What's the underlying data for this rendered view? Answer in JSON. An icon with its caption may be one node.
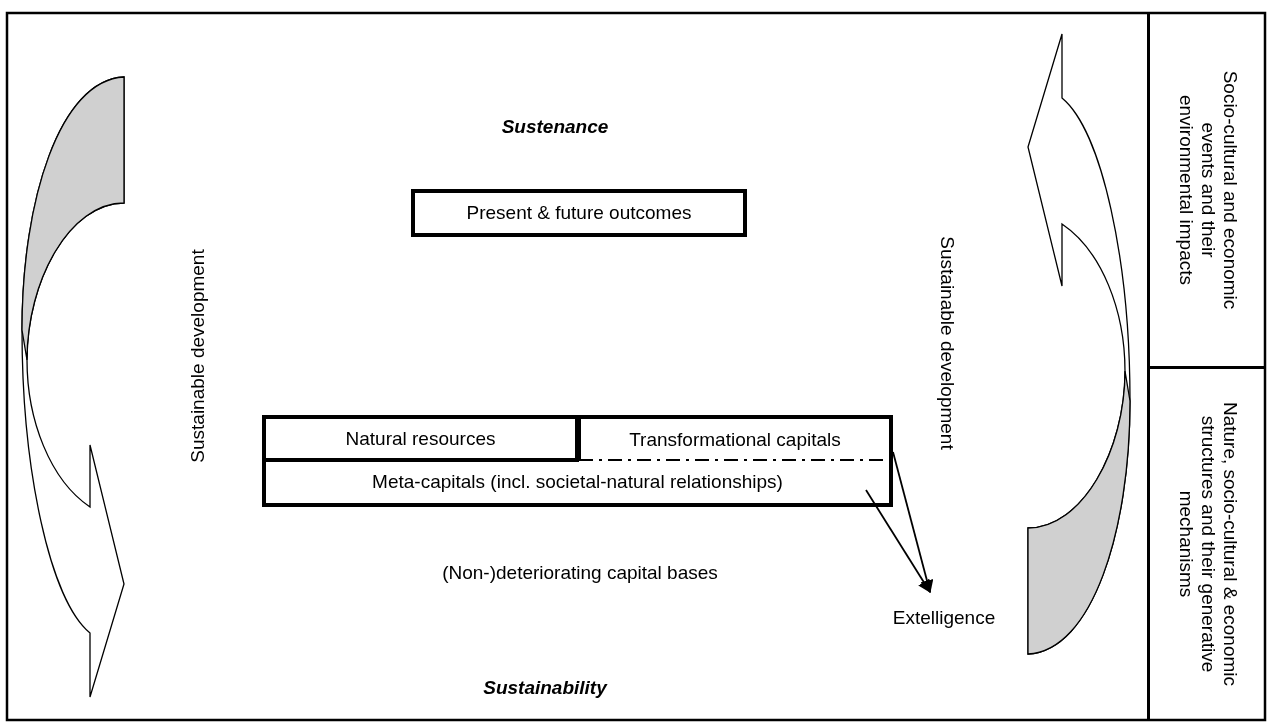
{
  "diagram": {
    "nodes": [
      {
        "text": [
          "Present & future outcomes"
        ]
      },
      {
        "text": [
          "Natural resources"
        ]
      },
      {
        "text": [
          "Transformational capitals"
        ]
      },
      {
        "text": [
          "Meta-capitals (incl. societal-natural relationships)"
        ]
      },
      {
        "text": [
          "Extelligence"
        ]
      },
      {
        "text": [
          "Socio-cultural and economic events and their environmental impacts"
        ]
      },
      {
        "text": [
          "Nature, socio-cultural & economic structures and their generative mechanisms"
        ]
      }
    ],
    "edges": [
      {
        "from": 2,
        "to": 4,
        "arrow": "to"
      },
      {
        "from": 3,
        "to": 4,
        "arrow": "to"
      }
    ],
    "labels": [
      "Sustenance",
      "Sustainable development",
      "Sustainable development",
      "(Non-)deteriorating capital bases",
      "Sustainability"
    ]
  }
}
